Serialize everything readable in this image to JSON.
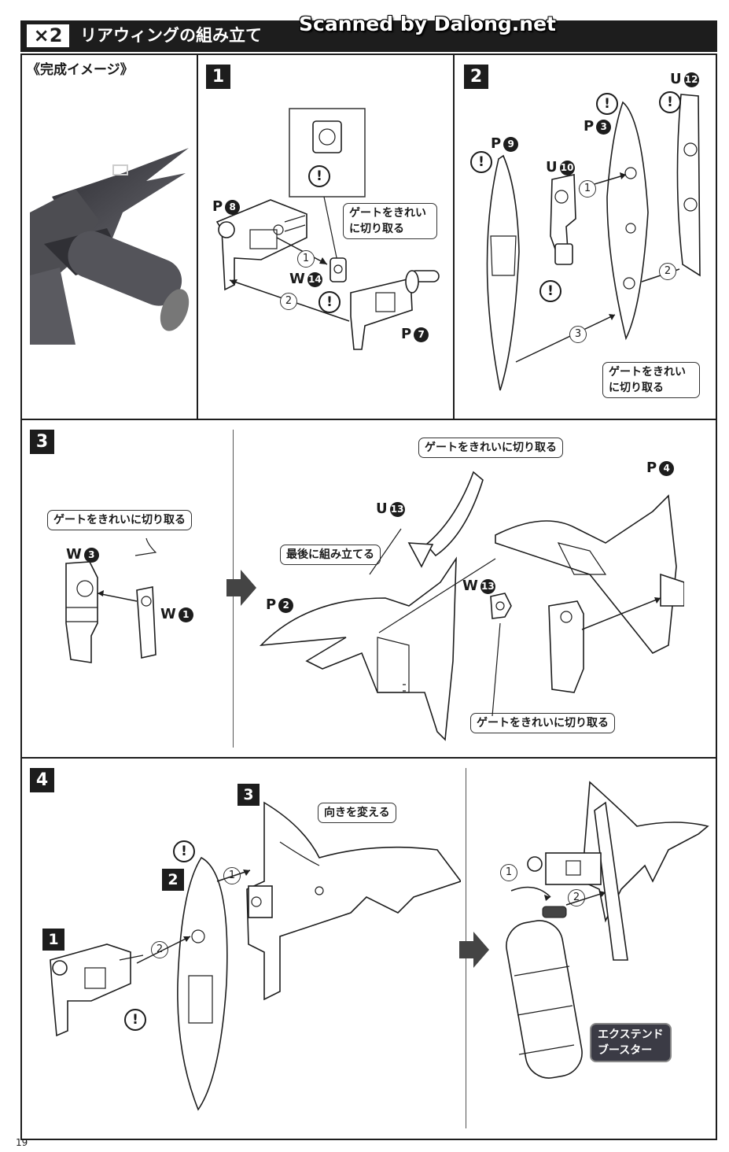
{
  "watermark": "Scanned by Dalong.net",
  "header": {
    "badge": "×2",
    "title": "リアウィングの組み立て"
  },
  "image_section": {
    "label": "《完成イメージ》"
  },
  "steps": {
    "s1": {
      "number": "1"
    },
    "s2": {
      "number": "2"
    },
    "s3": {
      "number": "3"
    },
    "s4": {
      "number": "4"
    }
  },
  "callouts": {
    "gate_cut_2line": [
      "ゲートをきれい",
      "に切り取る"
    ],
    "gate_cut_1line": "ゲートをきれいに切り取る",
    "assemble_last": "最後に組み立てる",
    "change_direction": "向きを変える",
    "extend_booster": [
      "エクステンド",
      "ブースター"
    ]
  },
  "parts": {
    "P8": {
      "prefix": "P",
      "num": "8"
    },
    "P7": {
      "prefix": "P",
      "num": "7"
    },
    "W14": {
      "prefix": "W",
      "num": "14"
    },
    "P9": {
      "prefix": "P",
      "num": "9"
    },
    "P3": {
      "prefix": "P",
      "num": "3"
    },
    "U10": {
      "prefix": "U",
      "num": "10"
    },
    "U12": {
      "prefix": "U",
      "num": "12"
    },
    "W3": {
      "prefix": "W",
      "num": "3"
    },
    "W1": {
      "prefix": "W",
      "num": "1"
    },
    "U13": {
      "prefix": "U",
      "num": "13"
    },
    "P2": {
      "prefix": "P",
      "num": "2"
    },
    "W13": {
      "prefix": "W",
      "num": "13"
    },
    "P4": {
      "prefix": "P",
      "num": "4"
    }
  },
  "sequence": {
    "one": "1",
    "two": "2",
    "three": "3"
  },
  "warning_symbol": "!",
  "page_number": "19"
}
